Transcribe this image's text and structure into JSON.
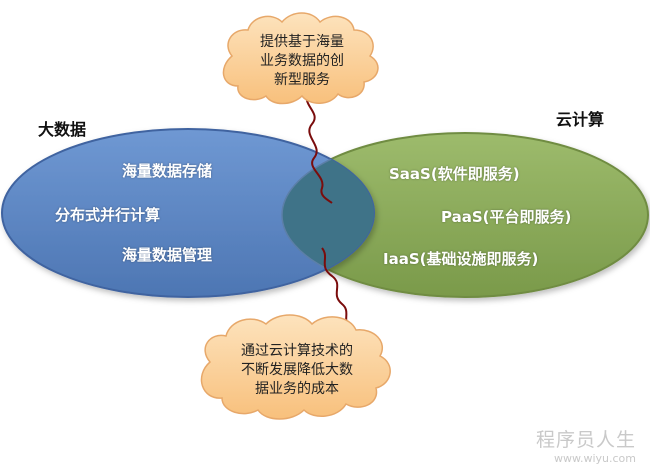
{
  "colors": {
    "big_data_fill": "#5b85c1",
    "big_data_stroke": "#3f64a0",
    "cloud_fill": "#8aa85a",
    "cloud_stroke": "#6f8c42",
    "overlap_fill": "#3f7388",
    "cloud_bubble_fill": "#fbcf94",
    "cloud_bubble_stroke": "#e7a86a",
    "squiggle": "#7a0c0c"
  },
  "left_set": {
    "heading": "大数据",
    "items": [
      "海量数据存储",
      "分布式并行计算",
      "海量数据管理"
    ]
  },
  "right_set": {
    "heading": "云计算",
    "items": [
      "SaaS(软件即服务)",
      "PaaS(平台即服务)",
      "IaaS(基础设施即服务)"
    ]
  },
  "top_cloud": {
    "lines": [
      "提供基于海量",
      "业务数据的创",
      "新型服务"
    ]
  },
  "bottom_cloud": {
    "lines": [
      "通过云计算技术的",
      "不断发展降低大数",
      "据业务的成本"
    ]
  },
  "watermark": {
    "title": "程序员人生",
    "url": "www.wiyu.com"
  }
}
